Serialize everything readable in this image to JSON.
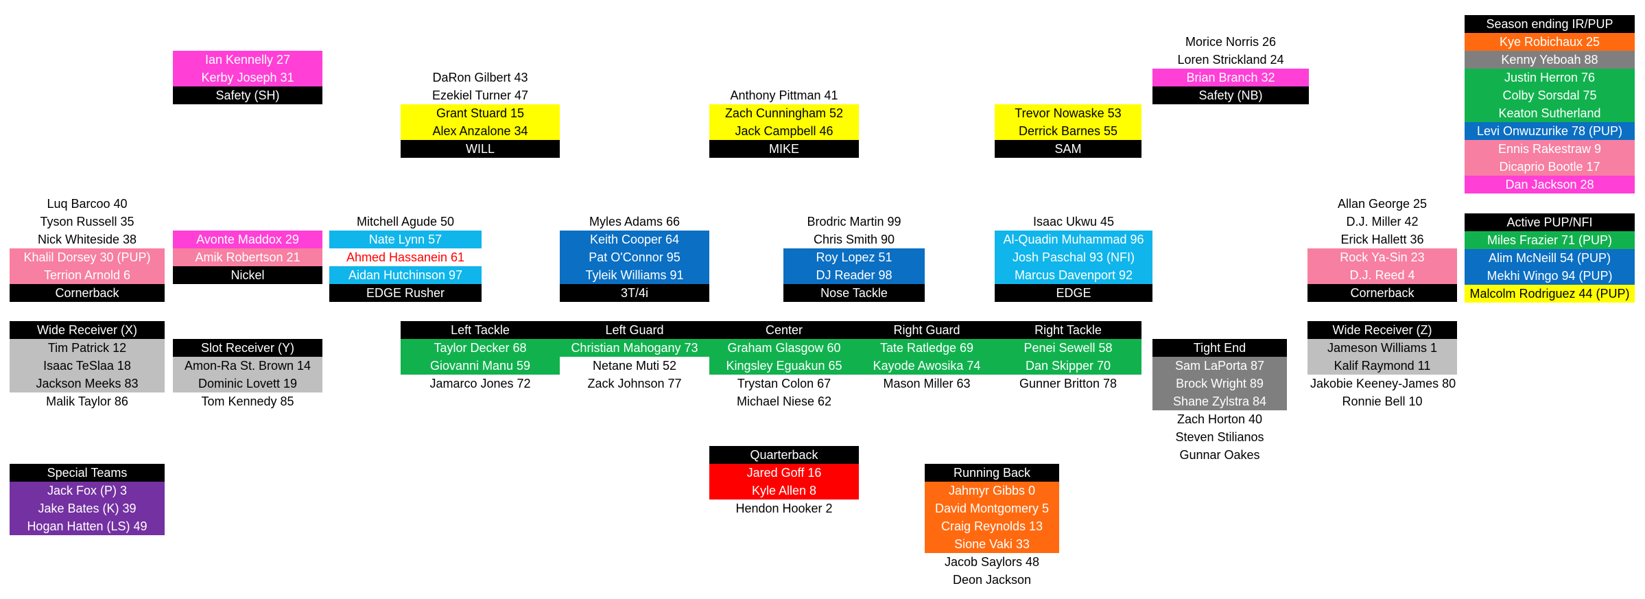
{
  "colors": {
    "header": "#000000",
    "pink": "#ff3fd6",
    "salmon": "#f77fa1",
    "yellow": "#ffff00",
    "sky_blue": "#10b5eb",
    "blue": "#0b6fc3",
    "green": "#11b24e",
    "grey": "#7f7f7f",
    "light_grey": "#bfbfbf",
    "purple": "#7431a1",
    "red": "#ff0000",
    "orange": "#ff6a10"
  },
  "safety_sh": {
    "header": "Safety (SH)",
    "players": [
      "Ian Kennelly 27",
      "Kerby Joseph 31"
    ]
  },
  "will": {
    "header": "WILL",
    "above": [
      "DaRon Gilbert 43",
      "Ezekiel Turner 47"
    ],
    "players": [
      "Grant Stuard 15",
      "Alex Anzalone 34"
    ]
  },
  "mike": {
    "header": "MIKE",
    "above": [
      "Anthony Pittman 41"
    ],
    "players": [
      "Zach Cunningham 52",
      "Jack Campbell 46"
    ]
  },
  "sam": {
    "header": "SAM",
    "players": [
      "Trevor Nowaske 53",
      "Derrick Barnes 55"
    ]
  },
  "safety_nb": {
    "header": "Safety (NB)",
    "above": [
      "Morice Norris 26",
      "Loren Strickland 24"
    ],
    "players": [
      "Brian Branch 32"
    ]
  },
  "season_ending": {
    "header": "Season ending IR/PUP",
    "players": [
      "Kye Robichaux 25",
      "Kenny Yeboah 88",
      "Justin Herron 76",
      "Colby Sorsdal 75",
      "Keaton Sutherland",
      "Levi Onwuzurike 78 (PUP)",
      "Ennis Rakestraw 9",
      "Dicaprio Bootle 17",
      "Dan Jackson 28"
    ]
  },
  "active_pup": {
    "header": "Active PUP/NFI",
    "players": [
      "Miles Frazier 71 (PUP)",
      "Alim McNeill 54 (PUP)",
      "Mekhi Wingo 94 (PUP)",
      "Malcolm Rodriguez 44 (PUP)"
    ]
  },
  "cornerback_left": {
    "header": "Cornerback",
    "above": [
      "Luq Barcoo 40",
      "Tyson Russell 35",
      "Nick Whiteside 38"
    ],
    "players": [
      "Khalil Dorsey 30 (PUP)",
      "Terrion Arnold 6"
    ]
  },
  "nickel": {
    "header": "Nickel",
    "players": [
      "Avonte Maddox 29",
      "Amik Robertson 21"
    ]
  },
  "edge_rusher": {
    "header": "EDGE Rusher",
    "above": [
      "Mitchell Agude 50"
    ],
    "players": [
      "Nate Lynn 57",
      "Ahmed Hassanein 61",
      "Aidan Hutchinson 97"
    ]
  },
  "three_tech": {
    "header": "3T/4i",
    "above": [
      "Myles Adams 66"
    ],
    "players": [
      "Keith Cooper 64",
      "Pat O'Connor 95",
      "Tyleik Williams 91"
    ]
  },
  "nose_tackle": {
    "header": "Nose Tackle",
    "above": [
      "Brodric Martin 99",
      "Chris Smith 90"
    ],
    "players": [
      "Roy Lopez 51",
      "DJ Reader 98"
    ]
  },
  "edge": {
    "header": "EDGE",
    "above": [
      "Isaac Ukwu 45"
    ],
    "players": [
      "Al-Quadin Muhammad 96",
      "Josh Paschal 93 (NFI)",
      "Marcus Davenport 92"
    ]
  },
  "cornerback_right": {
    "header": "Cornerback",
    "above": [
      "Allan George 25",
      "D.J. Miller 42",
      "Erick Hallett 36"
    ],
    "players": [
      "Rock Ya-Sin 23",
      "D.J. Reed 4"
    ]
  },
  "wr_x": {
    "header": "Wide Receiver (X)",
    "players": [
      "Tim Patrick 12",
      "Isaac TeSlaa 18",
      "Jackson Meeks 83"
    ],
    "below": [
      "Malik Taylor 86"
    ]
  },
  "slot_y": {
    "header": "Slot Receiver (Y)",
    "players": [
      "Amon-Ra St. Brown 14",
      "Dominic Lovett 19"
    ],
    "below": [
      "Tom Kennedy 85"
    ]
  },
  "left_tackle": {
    "header": "Left Tackle",
    "players": [
      "Taylor Decker 68",
      "Giovanni Manu 59"
    ],
    "below": [
      "Jamarco Jones 72"
    ]
  },
  "left_guard": {
    "header": "Left Guard",
    "players": [
      "Christian Mahogany 73"
    ],
    "below": [
      "Netane Muti 52",
      "Zack Johnson 77"
    ]
  },
  "center": {
    "header": "Center",
    "players": [
      "Graham Glasgow 60",
      "Kingsley Eguakun 65"
    ],
    "below": [
      "Trystan Colon 67",
      "Michael Niese 62"
    ]
  },
  "right_guard": {
    "header": "Right Guard",
    "players": [
      "Tate Ratledge 69",
      "Kayode Awosika 74"
    ],
    "below": [
      "Mason Miller 63"
    ]
  },
  "right_tackle": {
    "header": "Right Tackle",
    "players": [
      "Penei Sewell 58",
      "Dan Skipper 70"
    ],
    "below": [
      "Gunner Britton 78"
    ]
  },
  "tight_end": {
    "header": "Tight End",
    "players": [
      "Sam LaPorta 87",
      "Brock Wright 89",
      "Shane Zylstra 84"
    ],
    "below": [
      "Zach Horton 40",
      "Steven Stilianos",
      "Gunnar Oakes"
    ]
  },
  "wr_z": {
    "header": "Wide Receiver (Z)",
    "players": [
      "Jameson Williams 1",
      "Kalif Raymond 11"
    ],
    "below": [
      "Jakobie Keeney-James 80",
      "Ronnie Bell 10"
    ]
  },
  "special_teams": {
    "header": "Special Teams",
    "players": [
      "Jack Fox (P) 3",
      "Jake Bates (K) 39",
      "Hogan Hatten (LS) 49"
    ]
  },
  "quarterback": {
    "header": "Quarterback",
    "players": [
      "Jared Goff 16",
      "Kyle Allen 8"
    ],
    "below": [
      "Hendon Hooker 2"
    ]
  },
  "running_back": {
    "header": "Running Back",
    "players": [
      "Jahmyr Gibbs 0",
      "David Montgomery 5",
      "Craig Reynolds 13",
      "Sione Vaki 33"
    ],
    "below": [
      "Jacob Saylors 48",
      "Deon Jackson"
    ]
  }
}
